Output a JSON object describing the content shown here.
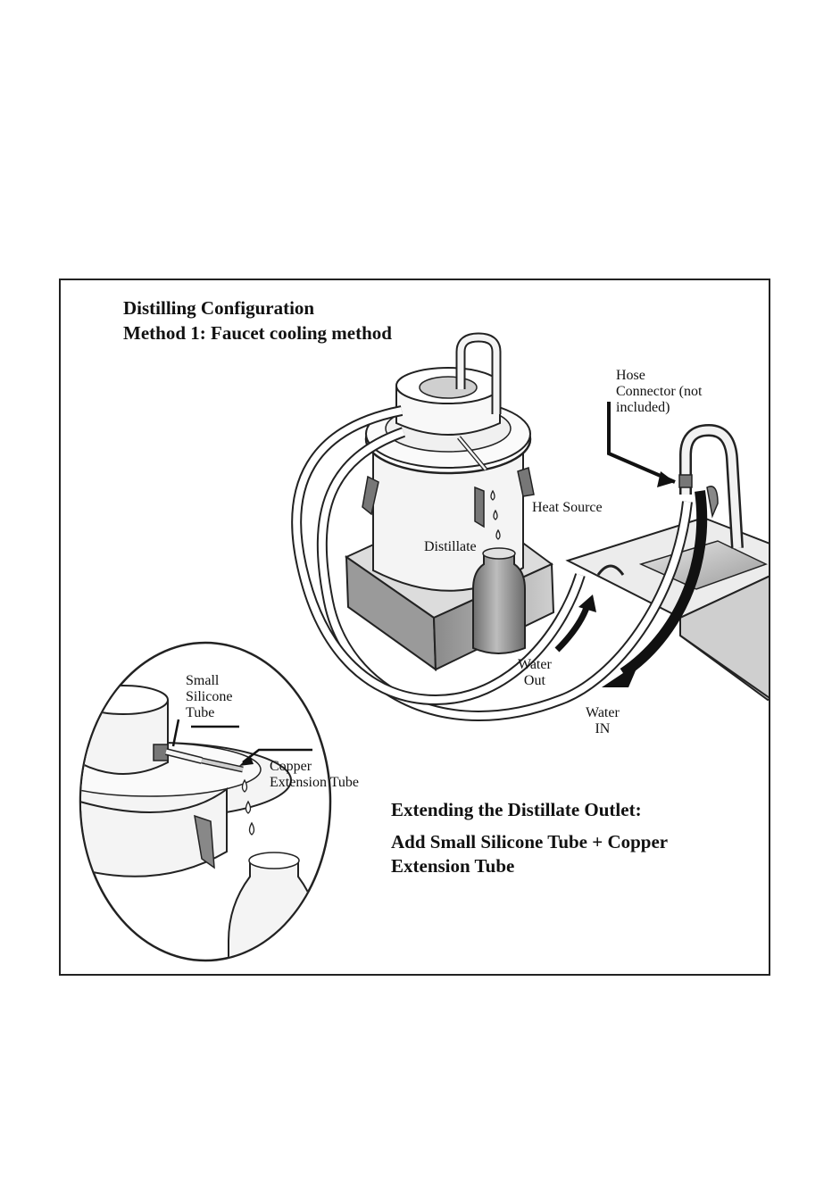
{
  "title": "Distilling Configuration",
  "subtitle": "Method 1: Faucet cooling method",
  "labels": {
    "hose_connector": [
      "Hose",
      "Connector (not",
      "included)"
    ],
    "heat_source": "Heat Source",
    "distillate": "Distillate",
    "water_out": [
      "Water",
      "Out"
    ],
    "water_in": [
      "Water",
      "IN"
    ],
    "small_silicone_tube": [
      "Small",
      "Silicone",
      "Tube"
    ],
    "copper_extension_tube": [
      "Copper",
      "Extension Tube"
    ]
  },
  "extension": {
    "heading": "Extending the Distillate Outlet:",
    "body": [
      "Add Small Silicone Tube + Copper",
      "Extension Tube"
    ]
  }
}
